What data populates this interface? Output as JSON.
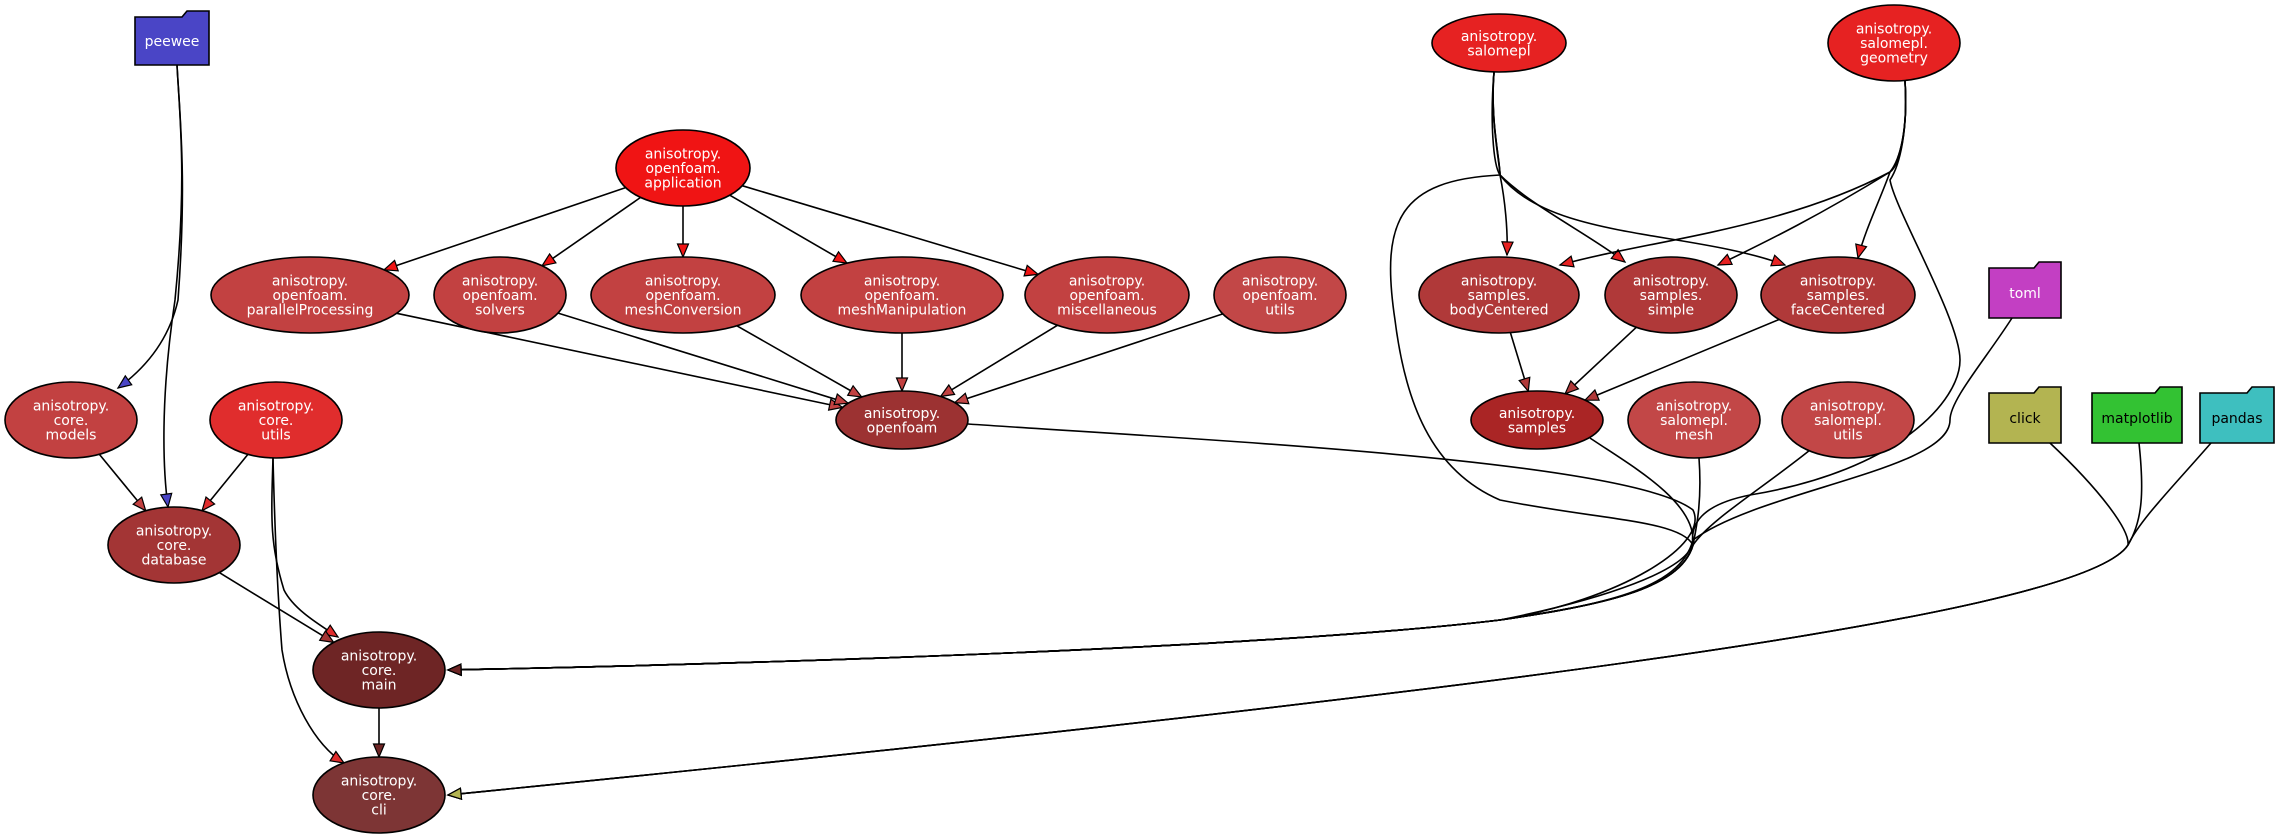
{
  "nodes": {
    "peewee": {
      "lines": [
        "peewee"
      ],
      "fill": "#4a45c6",
      "text": "#ffffff",
      "kind": "package"
    },
    "toml": {
      "lines": [
        "toml"
      ],
      "fill": "#c33fc3",
      "text": "#ffffff",
      "kind": "package"
    },
    "click": {
      "lines": [
        "click"
      ],
      "fill": "#b3b451",
      "text": "#000000",
      "kind": "package"
    },
    "matplotlib": {
      "lines": [
        "matplotlib"
      ],
      "fill": "#33c233",
      "text": "#000000",
      "kind": "package"
    },
    "pandas": {
      "lines": [
        "pandas"
      ],
      "fill": "#3ebfbf",
      "text": "#000000",
      "kind": "package"
    },
    "salomepl": {
      "lines": [
        "anisotropy.",
        "salomepl"
      ],
      "fill": "#e62222",
      "text": "#ffffff",
      "kind": "module"
    },
    "salomepl_geometry": {
      "lines": [
        "anisotropy.",
        "salomepl.",
        "geometry"
      ],
      "fill": "#e62222",
      "text": "#ffffff",
      "kind": "module"
    },
    "openfoam_application": {
      "lines": [
        "anisotropy.",
        "openfoam.",
        "application"
      ],
      "fill": "#f01414",
      "text": "#ffffff",
      "kind": "module"
    },
    "openfoam_parallelProcessing": {
      "lines": [
        "anisotropy.",
        "openfoam.",
        "parallelProcessing"
      ],
      "fill": "#c24141",
      "text": "#ffffff",
      "kind": "module"
    },
    "openfoam_solvers": {
      "lines": [
        "anisotropy.",
        "openfoam.",
        "solvers"
      ],
      "fill": "#c24141",
      "text": "#ffffff",
      "kind": "module"
    },
    "openfoam_meshConversion": {
      "lines": [
        "anisotropy.",
        "openfoam.",
        "meshConversion"
      ],
      "fill": "#c24141",
      "text": "#ffffff",
      "kind": "module"
    },
    "openfoam_meshManipulation": {
      "lines": [
        "anisotropy.",
        "openfoam.",
        "meshManipulation"
      ],
      "fill": "#c24141",
      "text": "#ffffff",
      "kind": "module"
    },
    "openfoam_miscellaneous": {
      "lines": [
        "anisotropy.",
        "openfoam.",
        "miscellaneous"
      ],
      "fill": "#c24141",
      "text": "#ffffff",
      "kind": "module"
    },
    "openfoam_utils": {
      "lines": [
        "anisotropy.",
        "openfoam.",
        "utils"
      ],
      "fill": "#c24747",
      "text": "#ffffff",
      "kind": "module"
    },
    "samples_bodyCentered": {
      "lines": [
        "anisotropy.",
        "samples.",
        "bodyCentered"
      ],
      "fill": "#b03939",
      "text": "#ffffff",
      "kind": "module"
    },
    "samples_simple": {
      "lines": [
        "anisotropy.",
        "samples.",
        "simple"
      ],
      "fill": "#b03939",
      "text": "#ffffff",
      "kind": "module"
    },
    "samples_faceCentered": {
      "lines": [
        "anisotropy.",
        "samples.",
        "faceCentered"
      ],
      "fill": "#b03939",
      "text": "#ffffff",
      "kind": "module"
    },
    "core_models": {
      "lines": [
        "anisotropy.",
        "core.",
        "models"
      ],
      "fill": "#c24141",
      "text": "#ffffff",
      "kind": "module"
    },
    "core_utils": {
      "lines": [
        "anisotropy.",
        "core.",
        "utils"
      ],
      "fill": "#e02d2d",
      "text": "#ffffff",
      "kind": "module"
    },
    "openfoam": {
      "lines": [
        "anisotropy.",
        "openfoam"
      ],
      "fill": "#9c3232",
      "text": "#ffffff",
      "kind": "module"
    },
    "samples": {
      "lines": [
        "anisotropy.",
        "samples"
      ],
      "fill": "#aa2525",
      "text": "#ffffff",
      "kind": "module"
    },
    "salomepl_mesh": {
      "lines": [
        "anisotropy.",
        "salomepl.",
        "mesh"
      ],
      "fill": "#c24747",
      "text": "#ffffff",
      "kind": "module"
    },
    "salomepl_utils": {
      "lines": [
        "anisotropy.",
        "salomepl.",
        "utils"
      ],
      "fill": "#c24747",
      "text": "#ffffff",
      "kind": "module"
    },
    "core_database": {
      "lines": [
        "anisotropy.",
        "core.",
        "database"
      ],
      "fill": "#a33535",
      "text": "#ffffff",
      "kind": "module"
    },
    "core_main": {
      "lines": [
        "anisotropy.",
        "core.",
        "main"
      ],
      "fill": "#6e2525",
      "text": "#ffffff",
      "kind": "module"
    },
    "core_cli": {
      "lines": [
        "anisotropy.",
        "core.",
        "cli"
      ],
      "fill": "#7d3535",
      "text": "#ffffff",
      "kind": "module"
    }
  },
  "edges": [
    {
      "from": "peewee",
      "to": "core_models",
      "arrow": "#4a45c6"
    },
    {
      "from": "peewee",
      "to": "core_database",
      "arrow": "#4a45c6"
    },
    {
      "from": "openfoam_application",
      "to": "openfoam_parallelProcessing",
      "arrow": "#f01414"
    },
    {
      "from": "openfoam_application",
      "to": "openfoam_solvers",
      "arrow": "#f01414"
    },
    {
      "from": "openfoam_application",
      "to": "openfoam_meshConversion",
      "arrow": "#f01414"
    },
    {
      "from": "openfoam_application",
      "to": "openfoam_meshManipulation",
      "arrow": "#f01414"
    },
    {
      "from": "openfoam_application",
      "to": "openfoam_miscellaneous",
      "arrow": "#f01414"
    },
    {
      "from": "openfoam_parallelProcessing",
      "to": "openfoam",
      "arrow": "#c24141"
    },
    {
      "from": "openfoam_solvers",
      "to": "openfoam",
      "arrow": "#c24141"
    },
    {
      "from": "openfoam_meshConversion",
      "to": "openfoam",
      "arrow": "#c24141"
    },
    {
      "from": "openfoam_meshManipulation",
      "to": "openfoam",
      "arrow": "#c24141"
    },
    {
      "from": "openfoam_miscellaneous",
      "to": "openfoam",
      "arrow": "#c24141"
    },
    {
      "from": "openfoam_utils",
      "to": "openfoam",
      "arrow": "#c24747"
    },
    {
      "from": "salomepl",
      "to": "samples_bodyCentered",
      "arrow": "#e62222"
    },
    {
      "from": "salomepl",
      "to": "samples_simple",
      "arrow": "#e62222"
    },
    {
      "from": "salomepl",
      "to": "samples_faceCentered",
      "arrow": "#e62222"
    },
    {
      "from": "salomepl_geometry",
      "to": "samples_bodyCentered",
      "arrow": "#e62222"
    },
    {
      "from": "salomepl_geometry",
      "to": "samples_simple",
      "arrow": "#e62222"
    },
    {
      "from": "salomepl_geometry",
      "to": "samples_faceCentered",
      "arrow": "#e62222"
    },
    {
      "from": "samples_bodyCentered",
      "to": "samples",
      "arrow": "#b03939"
    },
    {
      "from": "samples_simple",
      "to": "samples",
      "arrow": "#b03939"
    },
    {
      "from": "samples_faceCentered",
      "to": "samples",
      "arrow": "#b03939"
    },
    {
      "from": "core_models",
      "to": "core_database",
      "arrow": "#c24141"
    },
    {
      "from": "core_utils",
      "to": "core_database",
      "arrow": "#e02d2d"
    },
    {
      "from": "core_utils",
      "to": "core_main",
      "arrow": "#e02d2d"
    },
    {
      "from": "core_utils",
      "to": "core_cli",
      "arrow": "#e02d2d"
    },
    {
      "from": "core_database",
      "to": "core_main",
      "arrow": "#a33535"
    },
    {
      "from": "core_main",
      "to": "core_cli",
      "arrow": "#6e2525"
    },
    {
      "from": "openfoam",
      "to": "core_main",
      "arrow": "#6e2525"
    },
    {
      "from": "samples",
      "to": "core_main",
      "arrow": "#6e2525"
    },
    {
      "from": "salomepl_mesh",
      "to": "core_main",
      "arrow": "#6e2525"
    },
    {
      "from": "salomepl_utils",
      "to": "core_main",
      "arrow": "#6e2525"
    },
    {
      "from": "toml",
      "to": "core_main",
      "arrow": "#6e2525"
    },
    {
      "from": "salomepl",
      "to": "core_main",
      "arrow": "#6e2525"
    },
    {
      "from": "salomepl_geometry",
      "to": "core_main",
      "arrow": "#6e2525"
    },
    {
      "from": "click",
      "to": "core_cli",
      "arrow": "#b3b451"
    },
    {
      "from": "matplotlib",
      "to": "core_cli",
      "arrow": "#b3b451"
    },
    {
      "from": "pandas",
      "to": "core_cli",
      "arrow": "#b3b451"
    }
  ]
}
